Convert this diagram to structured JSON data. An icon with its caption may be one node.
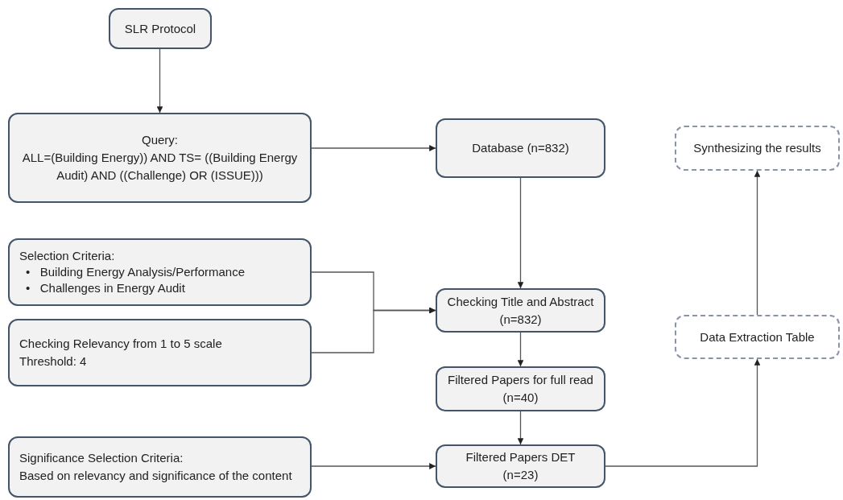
{
  "diagram": {
    "nodes": [
      {
        "text": [
          "SLR Protocol"
        ]
      },
      {
        "text": [
          "Query:",
          "ALL=(Building Energy)) AND TS= ((Building Energy Audit) AND ((Challenge) OR (ISSUE)))"
        ]
      },
      {
        "text": [
          "Selection Criteria:",
          "•   Building Energy Analysis/Performance",
          "•   Challenges in Energy Audit"
        ]
      },
      {
        "text": [
          "Checking Relevancy from 1 to 5 scale",
          "Threshold: 4"
        ]
      },
      {
        "text": [
          "Significance Selection Criteria:",
          "Based on relevancy and significance of the content"
        ]
      },
      {
        "text": [
          "Database (n=832)"
        ]
      },
      {
        "text": [
          "Checking Title and Abstract (n=832)"
        ]
      },
      {
        "text": [
          "Filtered Papers for full read (n=40)"
        ]
      },
      {
        "text": [
          "Filtered Papers DET (n=23)"
        ]
      },
      {
        "text": [
          "Synthesizing the results"
        ]
      },
      {
        "text": [
          "Data Extraction Table"
        ]
      }
    ],
    "edges": [
      {
        "from": 0,
        "to": 1,
        "arrow": "to"
      },
      {
        "from": 1,
        "to": 5,
        "arrow": "to"
      },
      {
        "from": 5,
        "to": 6,
        "arrow": "to"
      },
      {
        "from": 2,
        "to": 6,
        "arrow": "to"
      },
      {
        "from": 3,
        "to": 6,
        "arrow": "to"
      },
      {
        "from": 6,
        "to": 7,
        "arrow": "to"
      },
      {
        "from": 7,
        "to": 8,
        "arrow": "to"
      },
      {
        "from": 4,
        "to": 8,
        "arrow": "to"
      },
      {
        "from": 8,
        "to": 10,
        "arrow": "to"
      },
      {
        "from": 10,
        "to": 9,
        "arrow": "to"
      }
    ]
  }
}
